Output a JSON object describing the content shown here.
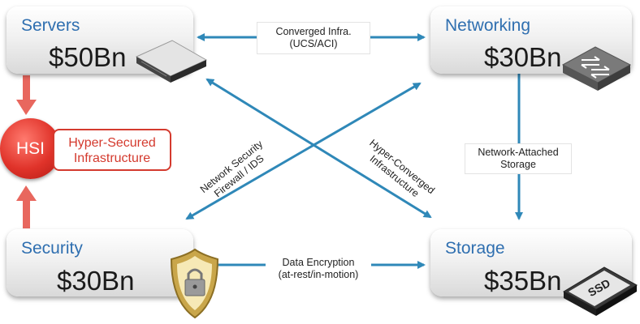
{
  "nodes": {
    "servers": {
      "title": "Servers",
      "value": "$50Bn"
    },
    "networking": {
      "title": "Networking",
      "value": "$30Bn"
    },
    "security": {
      "title": "Security",
      "value": "$30Bn"
    },
    "storage": {
      "title": "Storage",
      "value": "$35Bn"
    }
  },
  "hsi": {
    "abbr": "HSI",
    "line1": "Hyper-Secured",
    "line2": "Infrastructure"
  },
  "edges": {
    "converged": {
      "line1": "Converged Infra.",
      "line2": "(UCS/ACI)"
    },
    "encryption": {
      "line1": "Data Encryption",
      "line2": "(at-rest/in-motion)"
    },
    "nas": {
      "line1": "Network-Attached",
      "line2": "Storage"
    },
    "netsec": {
      "line1": "Network Security",
      "line2": "Firewall / IDS"
    },
    "hci": {
      "line1": "Hyper-Converged",
      "line2": "Infrastructure"
    }
  },
  "ssd_label": "SSD",
  "colors": {
    "arrow": "#2f88b8",
    "accent_red": "#d43a2e",
    "title_blue": "#2f6fb0"
  }
}
